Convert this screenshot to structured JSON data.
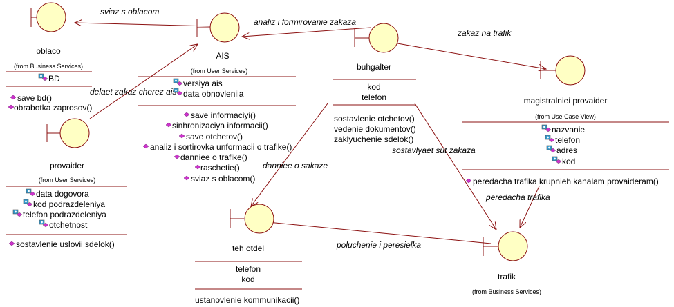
{
  "colors": {
    "line": "#8b1010",
    "object_fill": "#ffffc4",
    "operation_icon": "#cc33cc",
    "attribute_icon": "#3399cc"
  },
  "icons": {
    "object": "boundary-object-icon",
    "attribute": "attribute-key-icon",
    "operation": "operation-diamond-icon"
  },
  "objects": {
    "oblaco": {
      "name": "oblaco",
      "from": "(from Business Services)",
      "attributes": [
        "BD"
      ],
      "operations": [
        "save bd()",
        "obrabotka zaprosov()"
      ]
    },
    "ais": {
      "name": "AIS",
      "from": "(from User Services)",
      "attributes": [
        "versiya ais",
        "data obnovleniia"
      ],
      "operations": [
        "save informaciyi()",
        "sinhronizaciya informacii()",
        "save otchetov()",
        "analiz i sortirovka unformacii o trafike()",
        "danniee o trafike()",
        "raschetie()",
        "sviaz s oblacom()"
      ]
    },
    "buhgalter": {
      "name": "buhgalter",
      "attributes": [
        "kod",
        "telefon"
      ],
      "operations": [
        "sostavlenie otchetov()",
        "vedenie dokumentov()",
        "zaklyuchenie sdelok()"
      ]
    },
    "magistral": {
      "name": "magistralniei provaider",
      "from": "(from Use Case View)",
      "attributes": [
        "nazvanie",
        "telefon",
        "adres",
        "kod"
      ],
      "operations": [
        "peredacha trafika  krupnieh kanalam provaideram()"
      ]
    },
    "provaider": {
      "name": "provaider",
      "from": "(from User Services)",
      "attributes": [
        "data dogovora",
        "kod podrazdeleniya",
        "telefon podrazdeleniya",
        "otchetnost"
      ],
      "operations": [
        "sostavlenie uslovii sdelok()"
      ]
    },
    "teh": {
      "name": "teh otdel",
      "attributes": [
        "telefon",
        "kod"
      ],
      "operations": [
        "ustanovlenie kommunikacii()"
      ]
    },
    "trafik": {
      "name": "trafik",
      "from": "(from Business Services)"
    }
  },
  "messages": {
    "sviaz": "sviaz s oblacom",
    "analiz": "analiz i formirovanie zakaza",
    "zakaz": "zakaz na trafik",
    "delaet": "delaet zakaz cherez ais",
    "danniee": "danniee o sakaze",
    "sostavlyaet": "sostavlyaet sut zakaza",
    "peredacha": "peredacha trafika",
    "poluchenie": "poluchenie i peresielka"
  }
}
